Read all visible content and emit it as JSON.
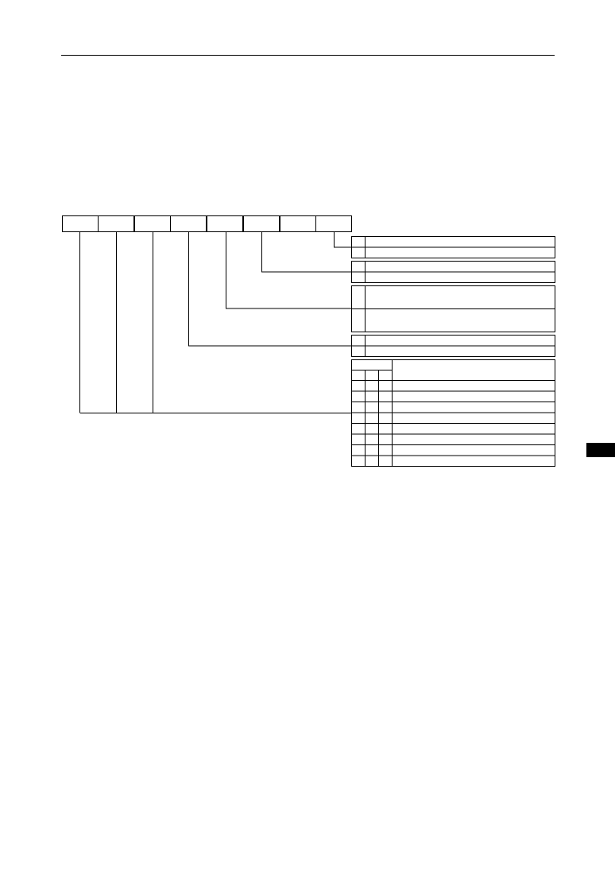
{
  "page": {
    "colors": {
      "ink": "#000000",
      "paper": "#ffffff"
    }
  },
  "register": {
    "bit_count": 8,
    "bits": [
      "",
      "",
      "",
      "",
      "",
      "",
      "",
      ""
    ]
  },
  "fields": [
    {
      "id": "bit0",
      "rows": [
        "",
        ""
      ]
    },
    {
      "id": "bit1",
      "rows": [
        "",
        ""
      ]
    },
    {
      "id": "bit2",
      "rows": [
        "",
        ""
      ]
    },
    {
      "id": "bit3",
      "rows": [
        "",
        ""
      ]
    },
    {
      "id": "bits-7-5",
      "header": "",
      "rows": [
        "",
        "",
        "",
        "",
        "",
        "",
        "",
        ""
      ]
    }
  ]
}
